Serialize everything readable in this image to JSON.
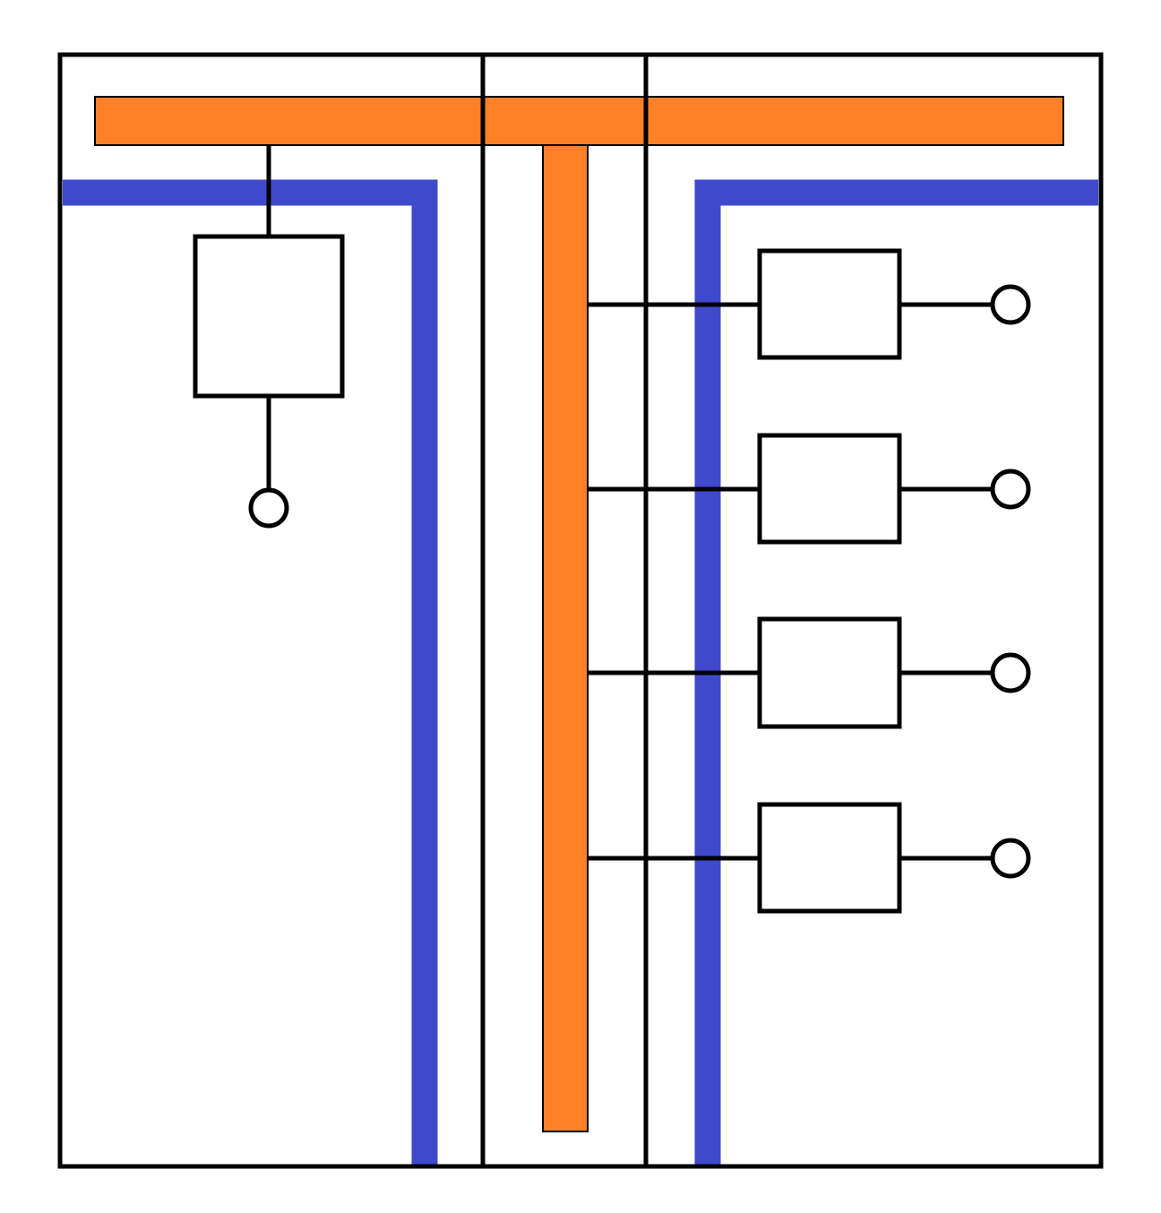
{
  "diagram": {
    "type": "block-diagram",
    "colors": {
      "background": "#ffffff",
      "line": "#000000",
      "orange_bus": "#fe8127",
      "blue_band": "#3e49cc"
    },
    "columns": [
      "left-section",
      "middle-section",
      "right-section"
    ],
    "left_section": {
      "blocks": 1,
      "terminals": 1
    },
    "right_section": {
      "blocks": 4,
      "terminals": 4
    },
    "text_labels": []
  }
}
